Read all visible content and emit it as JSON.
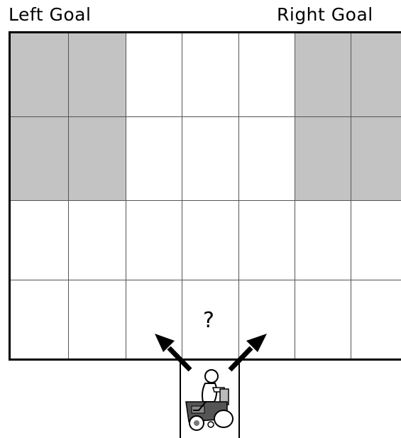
{
  "labels": {
    "left_goal": "Left Goal",
    "right_goal": "Right Goal",
    "question": "?"
  },
  "grid": {
    "rows": 4,
    "cols": 7,
    "shaded_cells": [
      [
        0,
        0
      ],
      [
        0,
        1
      ],
      [
        0,
        5
      ],
      [
        0,
        6
      ],
      [
        1,
        0
      ],
      [
        1,
        1
      ],
      [
        1,
        5
      ],
      [
        1,
        6
      ]
    ]
  },
  "colors": {
    "shaded": "#c3c3c3",
    "line": "#000000"
  },
  "icons": {
    "robot": "robot-on-cart-icon",
    "arrows": [
      "arrow-up-left-icon",
      "arrow-up-right-icon"
    ]
  }
}
